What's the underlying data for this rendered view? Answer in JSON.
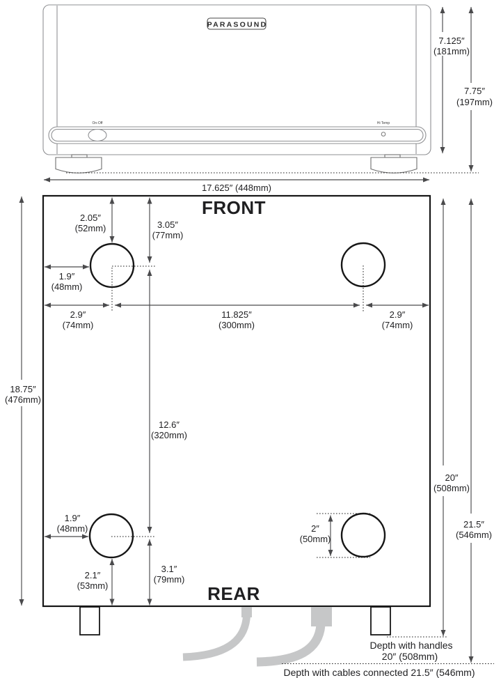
{
  "front_view": {
    "logo_text": "PARASOUND",
    "on_off_label": "On-Off",
    "hi_temp_label": "Hi Temp"
  },
  "top_view": {
    "front_label": "FRONT",
    "rear_label": "REAR"
  },
  "dimensions": {
    "panel_height": {
      "in": "7.125″",
      "mm": "(181mm)"
    },
    "total_height": {
      "in": "7.75″",
      "mm": "(197mm)"
    },
    "chassis_width": {
      "label": "17.625″ (448mm)"
    },
    "foot_top_offset": {
      "in": "2.05″",
      "mm": "(52mm)"
    },
    "foot_center_top_offset": {
      "in": "3.05″",
      "mm": "(77mm)"
    },
    "foot_left_edge_front": {
      "in": "1.9″",
      "mm": "(48mm)"
    },
    "foot_center_left": {
      "in": "2.9″",
      "mm": "(74mm)"
    },
    "feet_span_width": {
      "in": "11.825″",
      "mm": "(300mm)"
    },
    "foot_center_right": {
      "in": "2.9″",
      "mm": "(74mm)"
    },
    "feet_span_depth": {
      "in": "12.6″",
      "mm": "(320mm)"
    },
    "chassis_depth": {
      "in": "18.75″",
      "mm": "(476mm)"
    },
    "foot_left_edge_rear": {
      "in": "1.9″",
      "mm": "(48mm)"
    },
    "foot_bottom_offset": {
      "in": "2.1″",
      "mm": "(53mm)"
    },
    "foot_center_bottom_offset": {
      "in": "3.1″",
      "mm": "(79mm)"
    },
    "foot_diameter": {
      "in": "2″",
      "mm": "(50mm)"
    },
    "depth_with_handles": {
      "in": "20″",
      "mm": "(508mm)"
    },
    "depth_with_cables": {
      "in": "21.5″",
      "mm": "(546mm)"
    }
  },
  "footer": {
    "handles_caption_line1": "Depth with handles",
    "handles_caption_line2": "20″ (508mm)",
    "cables_caption": "Depth with cables connected  21.5″ (546mm)"
  },
  "colors": {
    "ink": "#161616",
    "dimension_line": "#4a4a4c",
    "chassis_line": "#8f9093",
    "cable_gray": "#c6c7c8",
    "background": "#ffffff"
  }
}
